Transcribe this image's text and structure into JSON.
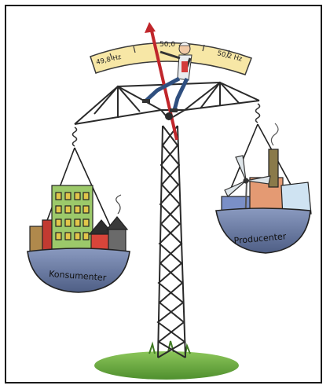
{
  "gauge": {
    "left_label": "49,8 Hz",
    "center_label": "50,0",
    "right_label": "50,2 Hz"
  },
  "left_basket": {
    "label": "Konsumenter"
  },
  "right_basket": {
    "label": "Producenter"
  },
  "colors": {
    "gauge_fill": "#f7e7a6",
    "needle": "#c0262b",
    "basket": "#6f80a6",
    "ground": "#7bb84a"
  }
}
